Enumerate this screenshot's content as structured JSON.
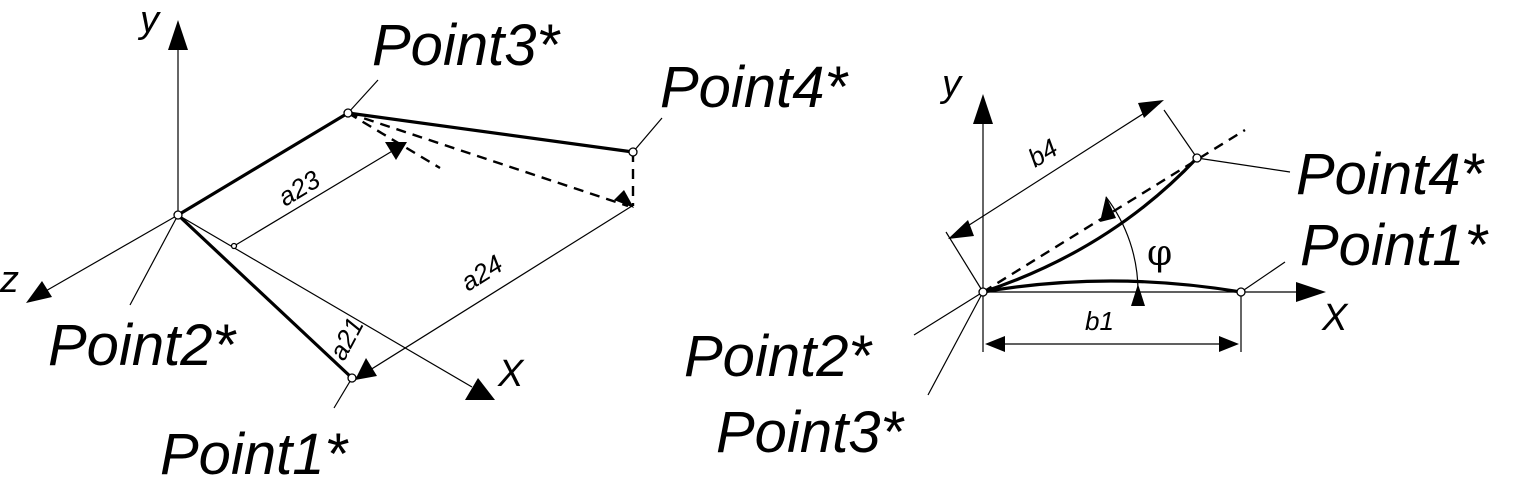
{
  "left_figure": {
    "axes": {
      "x": "X",
      "y": "y",
      "z": "z"
    },
    "points": [
      "Point1*",
      "Point2*",
      "Point3*",
      "Point4*"
    ],
    "dimensions": [
      "a21",
      "a23",
      "a24"
    ]
  },
  "right_figure": {
    "axes": {
      "x": "X",
      "y": "y"
    },
    "points": [
      "Point1*",
      "Point2*",
      "Point3*",
      "Point4*"
    ],
    "dimensions": [
      "b1",
      "b4"
    ],
    "angle": "φ"
  }
}
